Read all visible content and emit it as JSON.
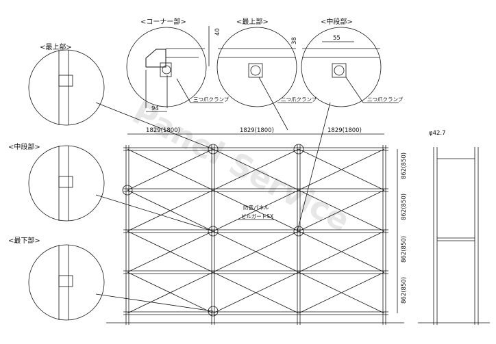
{
  "watermark": "Panel Service",
  "details": {
    "corner": {
      "title": "<コーナー部>",
      "clamp": "三つ爪クランプ",
      "dim_v": "40",
      "dim_h": "94"
    },
    "top": {
      "title": "<最上部>",
      "clamp": "二つ爪クランプ",
      "dim_v": "38"
    },
    "middle": {
      "title": "<中段部>",
      "clamp": "二つ爪クランプ",
      "dim_h": "55"
    }
  },
  "left_details": [
    "<最上部>",
    "<中段部>",
    "<最下部>"
  ],
  "spans": [
    "1829(1800)",
    "1829(1800)",
    "1829(1800)"
  ],
  "heights": [
    "862(850)",
    "862(850)",
    "862(850)",
    "862(850)"
  ],
  "panel_label": [
    "防音パネル",
    "ビルガードSX"
  ],
  "pipe_dia": "φ42.7"
}
